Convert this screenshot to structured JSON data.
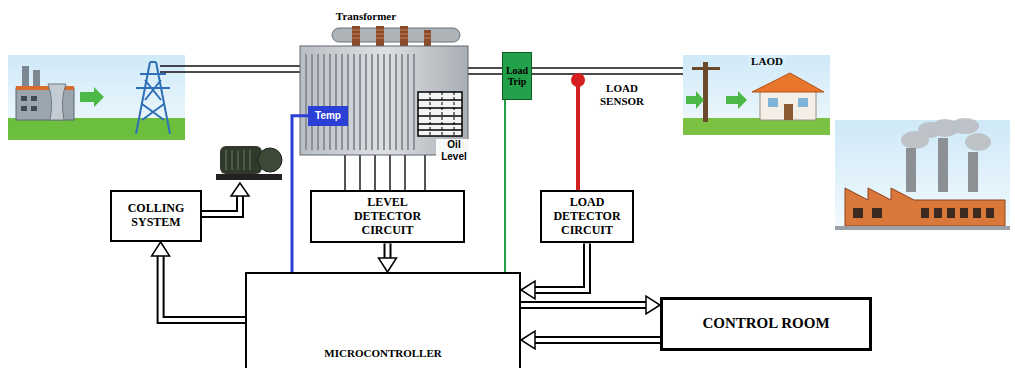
{
  "diagram": {
    "nodes": [
      {
        "text": [
          "Temp"
        ]
      },
      {
        "text": [
          "Load Trip"
        ]
      },
      {
        "text": [
          "COLLING SYSTEM"
        ]
      },
      {
        "text": [
          "LEVEL DETECTOR CIRCUIT"
        ]
      },
      {
        "text": [
          "LOAD DETECTOR CIRCUIT"
        ]
      },
      {
        "text": [
          "MICROCONTROLLER"
        ]
      },
      {
        "text": [
          "CONTROL ROOM"
        ]
      }
    ],
    "edges": [
      {
        "from": 5,
        "to": 2,
        "arrow": "to"
      },
      {
        "from": 3,
        "to": 5,
        "arrow": "to"
      },
      {
        "from": 4,
        "to": 5,
        "arrow": "to"
      },
      {
        "from": 5,
        "to": 6,
        "arrow": "to"
      },
      {
        "from": 6,
        "to": 5,
        "arrow": "to"
      },
      {
        "from": 0,
        "to": 5,
        "arrow": "none"
      },
      {
        "from": 1,
        "to": 5,
        "arrow": "none"
      }
    ],
    "labels": [
      "Transformer",
      "Oil Level",
      "LOAD SENSOR",
      "LAOD"
    ]
  }
}
